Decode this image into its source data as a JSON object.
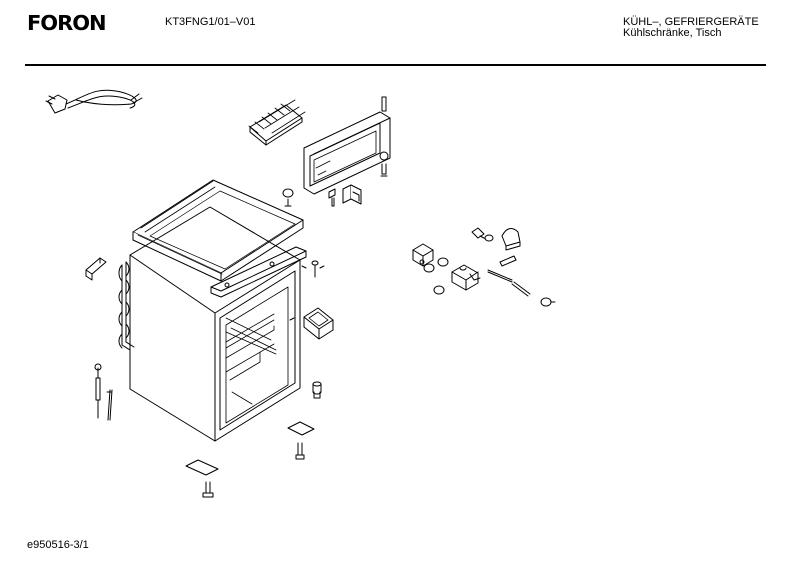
{
  "header": {
    "brand": "FORON",
    "model": "KT3FNG1/01–V01",
    "category_line1": "KÜHL–, GEFRIERGERÄTE",
    "category_line2": "Kühlschränke, Tisch"
  },
  "footer": {
    "document_id": "e950516-3/1"
  },
  "colors": {
    "ink": "#000000",
    "paper": "#ffffff",
    "hatch": "#555555"
  }
}
